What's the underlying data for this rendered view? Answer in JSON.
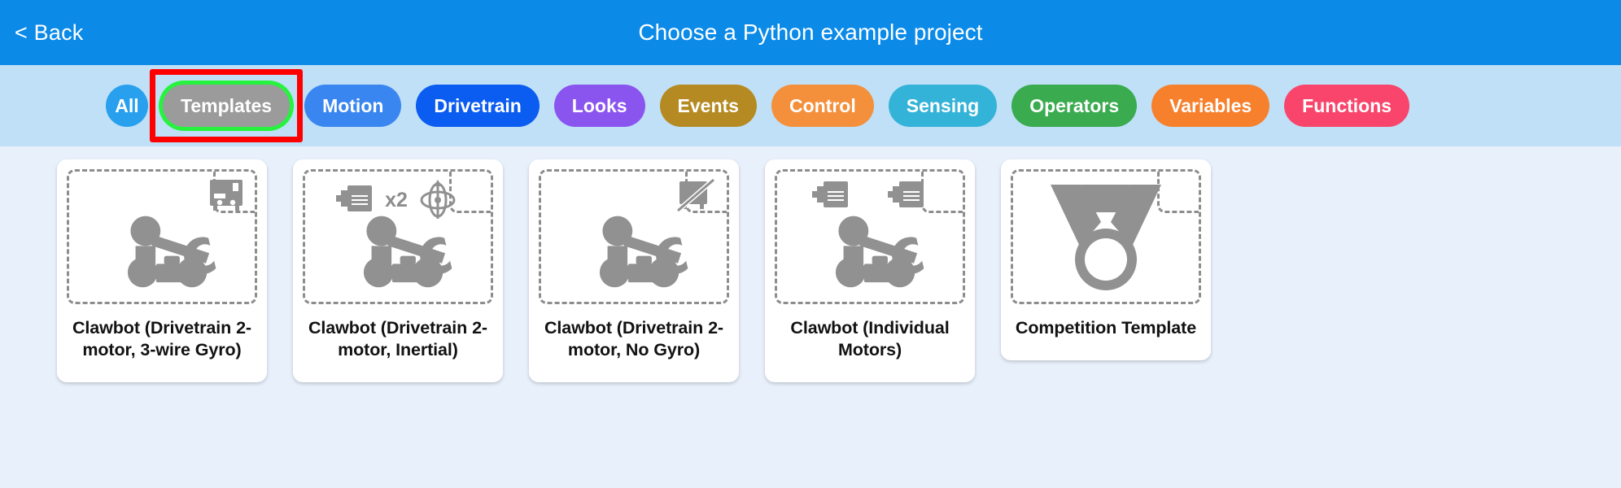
{
  "header": {
    "back_label": "< Back",
    "title": "Choose a Python example project",
    "bg_color": "#0b8ae8"
  },
  "filterbar": {
    "bg_color": "#bfe0f7",
    "highlight_color": "#ff0000",
    "selected_ring_color": "#25f33e",
    "chips": [
      {
        "label": "All",
        "color": "#28a0ed",
        "selected": false,
        "shape": "round"
      },
      {
        "label": "Templates",
        "color": "#9b9b9b",
        "selected": true,
        "shape": "pill"
      },
      {
        "label": "Motion",
        "color": "#3a86f0",
        "selected": false,
        "shape": "pill"
      },
      {
        "label": "Drivetrain",
        "color": "#0b5cf0",
        "selected": false,
        "shape": "pill"
      },
      {
        "label": "Looks",
        "color": "#8a54ef",
        "selected": false,
        "shape": "pill"
      },
      {
        "label": "Events",
        "color": "#b68a22",
        "selected": false,
        "shape": "pill"
      },
      {
        "label": "Control",
        "color": "#f4903b",
        "selected": false,
        "shape": "pill"
      },
      {
        "label": "Sensing",
        "color": "#34b3d8",
        "selected": false,
        "shape": "pill"
      },
      {
        "label": "Operators",
        "color": "#3aab4f",
        "selected": false,
        "shape": "pill"
      },
      {
        "label": "Variables",
        "color": "#f7802c",
        "selected": false,
        "shape": "pill"
      },
      {
        "label": "Functions",
        "color": "#f9456b",
        "selected": false,
        "shape": "pill"
      }
    ]
  },
  "cards": [
    {
      "label": "Clawbot (Drivetrain 2-motor, 3-wire Gyro)",
      "icon": "clawbot-icon",
      "badges": [
        "brain-icon"
      ],
      "badge_layout": "right"
    },
    {
      "label": "Clawbot (Drivetrain 2-motor, Inertial)",
      "icon": "clawbot-icon",
      "badges": [
        "motor-icon",
        "x2-label",
        "inertial-sensor-icon"
      ],
      "badge_layout": "center"
    },
    {
      "label": "Clawbot (Drivetrain 2-motor, No Gyro)",
      "icon": "clawbot-icon",
      "badges": [
        "no-gyro-icon"
      ],
      "badge_layout": "right"
    },
    {
      "label": "Clawbot (Individual Motors)",
      "icon": "clawbot-icon",
      "badges": [
        "motor-icon",
        "motor-icon"
      ],
      "badge_layout": "spread"
    },
    {
      "label": "Competition Template",
      "icon": "medal-icon",
      "badges": [],
      "badge_layout": "none"
    }
  ],
  "theme": {
    "page_bg": "#e8f0fb",
    "card_bg": "#ffffff",
    "art_color": "#919191",
    "dash_color": "#8d8d8d",
    "label_color": "#121212"
  }
}
